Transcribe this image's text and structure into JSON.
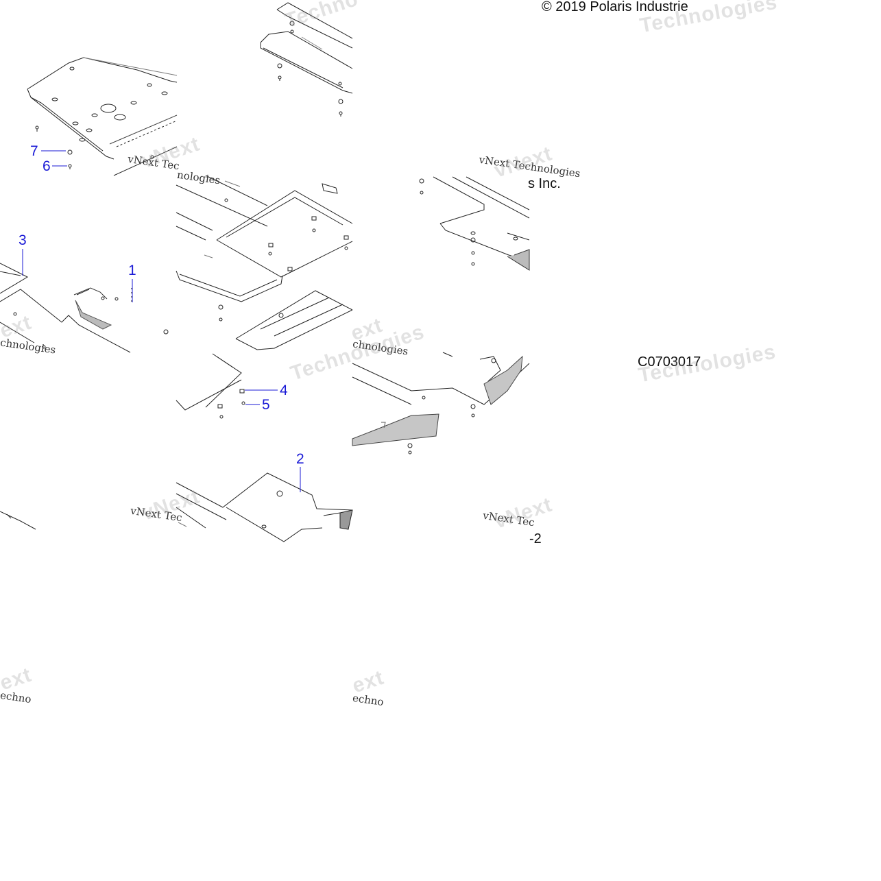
{
  "header": {
    "copyright_left": "© 2019 Polaris Industrie",
    "copyright_right_fragment": "s Inc."
  },
  "diagram_code": {
    "code_main": "C0703017",
    "code_tail": "-2"
  },
  "callouts": [
    {
      "number": "1"
    },
    {
      "number": "2"
    },
    {
      "number": "3"
    },
    {
      "number": "4"
    },
    {
      "number": "5"
    },
    {
      "number": "6"
    },
    {
      "number": "7"
    }
  ],
  "watermarks": {
    "brand": "vNext Tec",
    "brand_full": "vNext Technologies",
    "ghost_a": "vNext",
    "ghost_b": "Technologies",
    "frag_tech": "Techno",
    "frag_chnologies": "chnologies",
    "frag_ext": "ext",
    "frag_echno": "echno",
    "frag_nologies": "nologies"
  },
  "colors": {
    "callout": "#1a1ad6",
    "line_art": "#222222",
    "watermark": "#9a9a9a"
  }
}
